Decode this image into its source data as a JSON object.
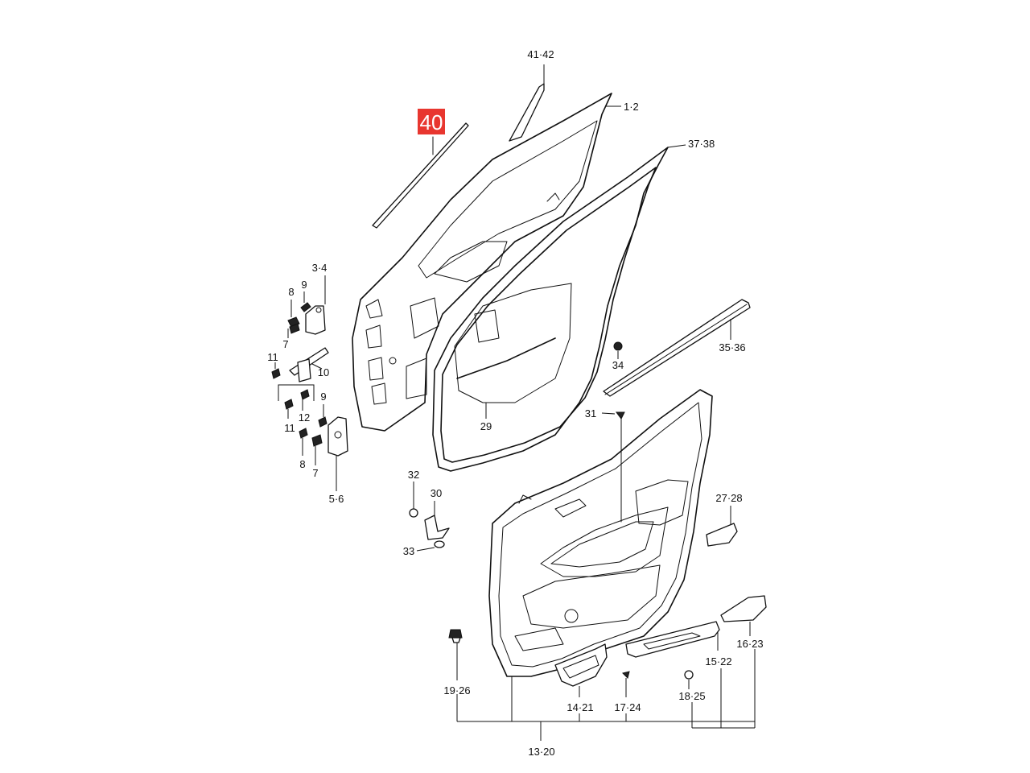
{
  "highlight": {
    "text": "40",
    "color": "#e8362f"
  },
  "callouts": {
    "c41_42": "41·42",
    "c1_2": "1·2",
    "c37_38": "37·38",
    "c3_4": "3·4",
    "c8a": "8",
    "c9a": "9",
    "c7a": "7",
    "c11a": "11",
    "c10": "10",
    "c9b": "9",
    "c12": "12",
    "c11b": "11",
    "c8b": "8",
    "c7b": "7",
    "c5_6": "5·6",
    "c34": "34",
    "c35_36": "35·36",
    "c29": "29",
    "c31": "31",
    "c32": "32",
    "c30": "30",
    "c33": "33",
    "c27_28": "27·28",
    "c16_23": "16·23",
    "c15_22": "15·22",
    "c19_26": "19·26",
    "c14_21": "14·21",
    "c17_24": "17·24",
    "c18_25": "18·25",
    "c13_20": "13·20"
  },
  "colors": {
    "line": "#111111",
    "background": "#ffffff",
    "highlight": "#e8362f"
  }
}
